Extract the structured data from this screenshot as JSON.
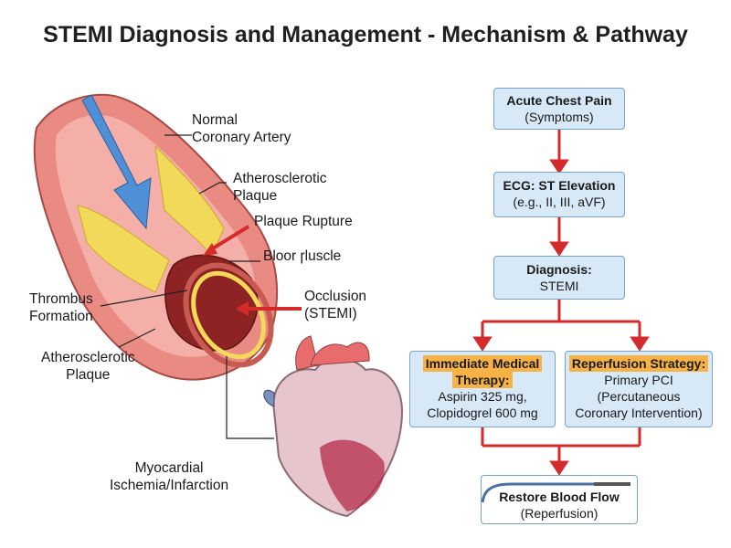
{
  "title": "STEMI Diagnosis and Management - Mechanism & Pathway",
  "labels": {
    "normal_artery_1": "Normal",
    "normal_artery_2": "Coronary Artery",
    "plaque_top_1": "Atherosclerotic",
    "plaque_top_2": "Plaque",
    "plaque_rupture": "Plaque Rupture",
    "blood_muscle": "Bloor ɼluscle",
    "thrombus_1": "Thrombus",
    "thrombus_2": "Formation",
    "occlusion_1": "Occlusion",
    "occlusion_2": "(STEMI)",
    "plaque_bottom_1": "Atherosclerotic",
    "plaque_bottom_2": "Plaque",
    "ischemia_1": "Myocardial",
    "ischemia_2": "Ischemia/Infarction"
  },
  "flow": {
    "chest_pain": {
      "title": "Acute Chest Pain",
      "sub": "(Symptoms)"
    },
    "ecg": {
      "title": "ECG: ST Elevation",
      "sub": "(e.g., II, III, aVF)"
    },
    "diagnosis": {
      "title": "Diagnosis:",
      "sub": "STEMI"
    },
    "medical": {
      "title": "Immediate Medical",
      "title2": "Therapy:",
      "line1": "Aspirin 325 mg,",
      "line2": "Clopidogrel 600 mg"
    },
    "reperfusion": {
      "title": "Reperfusion Strategy:",
      "line1": "Primary PCI",
      "line2": "(Percutaneous",
      "line3": "Coronary Intervention)"
    },
    "restore": {
      "title": "Restore Blood Flow",
      "sub": "(Reperfusion)"
    }
  },
  "colors": {
    "arrow_red": "#d42a2a",
    "box_fill": "#d7e8f7",
    "box_border": "#7aa1c6",
    "highlight": "#f6b244",
    "artery_wall": "#e98b83",
    "plaque": "#f2d95a",
    "thrombus": "#8e2323",
    "blood_flow": "#4f8fd6"
  }
}
